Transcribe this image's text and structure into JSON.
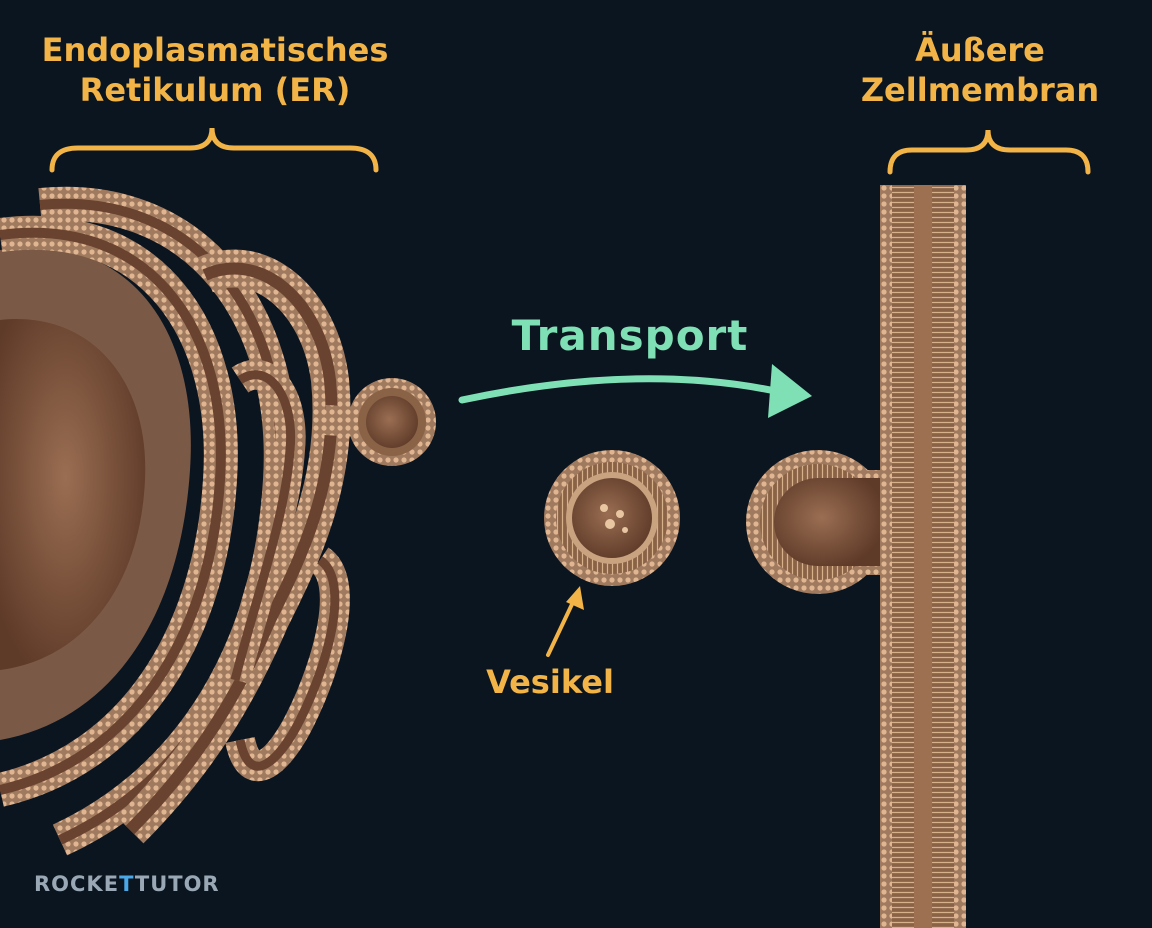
{
  "labels": {
    "er_line1": "Endoplasmatisches",
    "er_line2": "Retikulum (ER)",
    "membrane_line1": "Äußere",
    "membrane_line2": "Zellmembran",
    "transport": "Transport",
    "vesicle": "Vesikel"
  },
  "logo": {
    "part1": "ROCKE",
    "part2": "T",
    "part3": "TUTOR"
  },
  "colors": {
    "background": "#0b1520",
    "label": "#f2b447",
    "transport": "#7ee0b4",
    "membrane_body": "#a07a5e",
    "membrane_head": "#e0b592",
    "lumen": "#7a5038",
    "logo": "#9aa8b6",
    "logo_accent": "#4aa8e8"
  }
}
